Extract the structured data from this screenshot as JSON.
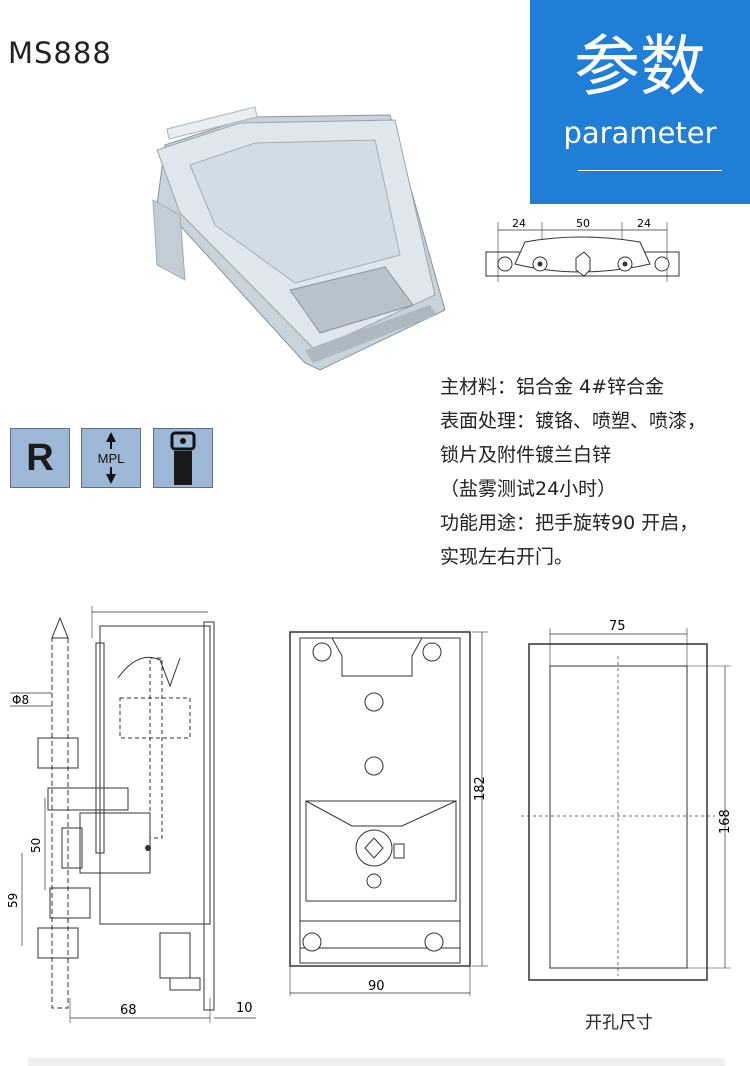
{
  "model": "MS888",
  "param_box": {
    "title_cn": "参数",
    "title_en": "parameter"
  },
  "specs": [
    "主材料：铝合金 4#锌合金",
    "表面处理：镀铬、喷塑、喷漆，",
    "锁片及附件镀兰白锌",
    "（盐雾测试24小时）",
    "功能用途：把手旋转90 开启，",
    "实现左右开门。"
  ],
  "icons": [
    {
      "name": "r-icon",
      "label": "R"
    },
    {
      "name": "mpl-icon",
      "label": "MPL"
    },
    {
      "name": "lock-icon"
    }
  ],
  "top_diagram": {
    "dims": [
      "24",
      "50",
      "24"
    ]
  },
  "side_view": {
    "dims": {
      "diameter": "Φ8",
      "v50": "50",
      "v59": "59",
      "h68": "68",
      "h10": "10"
    }
  },
  "front_view": {
    "dims": {
      "height": "182",
      "width": "90"
    }
  },
  "cutout_view": {
    "dims": {
      "width": "75",
      "height": "168"
    },
    "caption": "开孔尺寸"
  },
  "colors": {
    "accent": "#1f7fd6",
    "icon_bg": "#9db7d6",
    "product": "#d4dee6"
  }
}
